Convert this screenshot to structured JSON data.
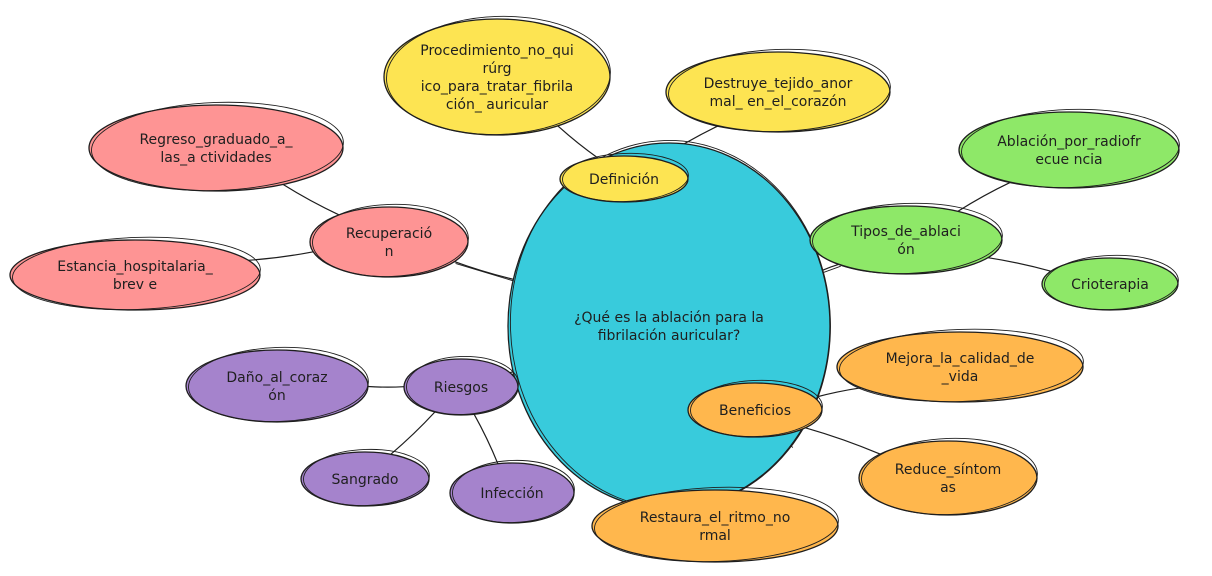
{
  "diagram": {
    "colors": {
      "center": "#38cbdc",
      "definicion": "#fde452",
      "tipos": "#8ee868",
      "beneficios": "#ffb74d",
      "riesgos": "#a583cc",
      "recuperacion": "#fe9494",
      "stroke": "#1e1e1e"
    },
    "center": {
      "lines": [
        "¿Qué es la ablación para la",
        "fibrilación auricular?"
      ]
    },
    "branches": {
      "definicion": {
        "label": [
          "Definición"
        ],
        "children": [
          [
            "Procedimiento_no_qui",
            "rúrg",
            "ico_para_tratar_fibrila",
            "ción_ auricular"
          ],
          [
            "Destruye_tejido_anor",
            "mal_ en_el_corazón"
          ]
        ]
      },
      "tipos": {
        "label": [
          "Tipos_de_ablaci",
          "ón"
        ],
        "children": [
          [
            "Ablación_por_radiofr",
            "ecue ncia"
          ],
          [
            "Crioterapia"
          ]
        ]
      },
      "beneficios": {
        "label": [
          "Beneficios"
        ],
        "children": [
          [
            "Mejora_la_calidad_de",
            "_vida"
          ],
          [
            "Reduce_síntom",
            "as"
          ],
          [
            "Restaura_el_ritmo_no",
            "rmal"
          ]
        ]
      },
      "riesgos": {
        "label": [
          "Riesgos"
        ],
        "children": [
          [
            "Daño_al_coraz",
            "ón"
          ],
          [
            "Sangrado"
          ],
          [
            "Infección"
          ]
        ]
      },
      "recuperacion": {
        "label": [
          "Recuperació",
          "n"
        ],
        "children": [
          [
            "Regreso_graduado_a_",
            "las_a ctividades"
          ],
          [
            "Estancia_hospitalaria_",
            "brev e"
          ]
        ]
      }
    }
  }
}
